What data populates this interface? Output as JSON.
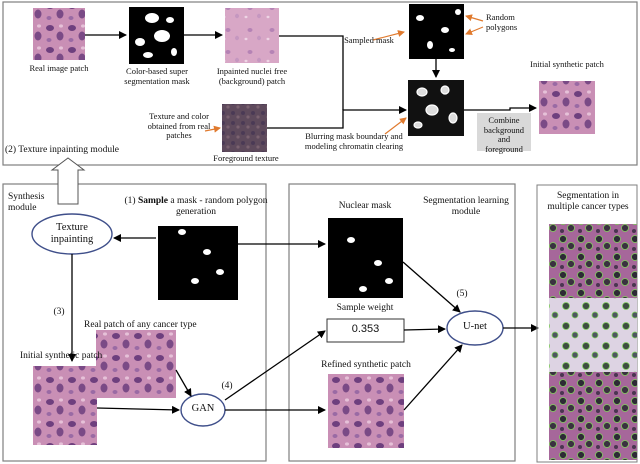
{
  "colors": {
    "tissue_pink": "#c98fb5",
    "tissue_purple": "#7a4a86",
    "texture_brown": "#5e4a5c",
    "module_border": "#7f7f7f",
    "ellipse_border": "#3f4f8a",
    "pointer_orange": "#e07a2e",
    "combine_bg": "#d9d9d9"
  },
  "inpainting_module": {
    "title": "(2) Texture inpainting module",
    "real_image_patch": "Real image patch",
    "color_mask": "Color-based super segmentation mask",
    "inpainted_patch": "Inpainted nuclei free (background) patch",
    "texture_note": "Texture and color obtained from real patches",
    "foreground_texture": "Foreground texture",
    "sampled_mask": "Sampled mask",
    "random_polygons": "Random polygons",
    "blurring": "Blurring mask boundary and modeling chromatin clearing",
    "combine": "Combine background and foreground",
    "initial_synthetic": "Initial synthetic patch"
  },
  "synthesis_module": {
    "title": "Synthesis module",
    "step1_bold": "Sample",
    "step1_rest": "a mask - random polygon generation",
    "step1_num": "(1)",
    "texture_inpainting": "Texture inpainting",
    "step3": "(3)",
    "real_patch": "Real patch of any cancer type",
    "initial_synthetic": "Initial synthetic patch",
    "step4": "(4)",
    "gan": "GAN"
  },
  "segmentation_module": {
    "title": "Segmentation learning module",
    "nuclear_mask": "Nuclear mask",
    "sample_weight": "Sample weight",
    "weight_value": "0.353",
    "refined_patch": "Refined synthetic patch",
    "step5": "(5)",
    "unet": "U-net"
  },
  "results": {
    "title": "Segmentation in multiple cancer types"
  }
}
